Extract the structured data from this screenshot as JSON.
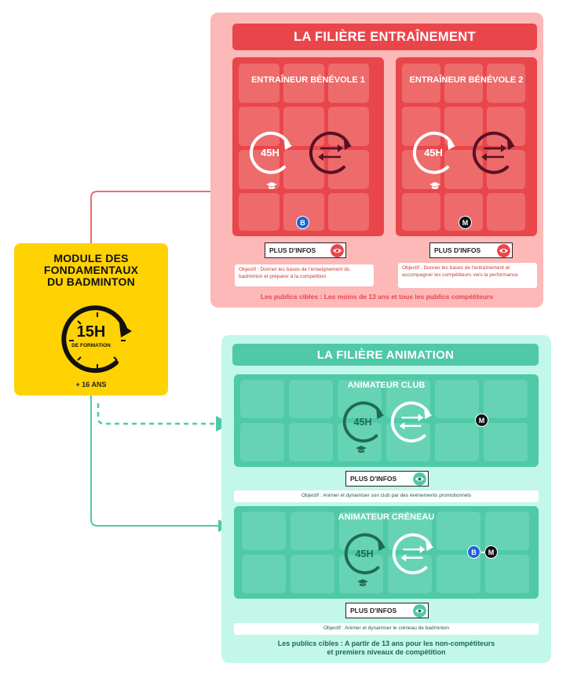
{
  "module": {
    "title_line1": "MODULE DES",
    "title_line2": "FONDAMENTAUX",
    "title_line3": "DU BADMINTON",
    "hours": "15H",
    "hours_label": "DE FORMATION",
    "age": "+ 16 ANS"
  },
  "entrainement": {
    "header": "LA FILIÈRE ENTRAÎNEMENT",
    "cards": [
      {
        "title": "ENTRAÎNEUR BÉNÉVOLE 1",
        "hours": "45H",
        "badge": "B",
        "more_info": "PLUS D'INFOS",
        "objective_label": "Objectif :",
        "objective_text": "Donner les bases de l'enseignement du badminton et préparer à la compétition"
      },
      {
        "title": "ENTRAÎNEUR BÉNÉVOLE 2",
        "hours": "45H",
        "badge": "M",
        "more_info": "PLUS D'INFOS",
        "objective_label": "Objectif :",
        "objective_text": "Donner les bases de l'entraînement et accompagner les compétiteurs vers la performance"
      }
    ],
    "public": "Les publics cibles : Les moins de 13 ans et tous les publics compétiteurs"
  },
  "animation": {
    "header": "LA FILIÈRE ANIMATION",
    "cards": [
      {
        "title": "ANIMATEUR CLUB",
        "hours": "45H",
        "badge": "M",
        "more_info": "PLUS D'INFOS",
        "objective_label": "Objectif :",
        "objective_text": "Animer et dynamiser son club par des événements promotionnels"
      },
      {
        "title": "ANIMATEUR CRÉNEAU",
        "hours": "45H",
        "badge_b": "B",
        "badge_m": "M",
        "more_info": "PLUS D'INFOS",
        "objective_label": "Objectif :",
        "objective_text": "Animer et dynamiser le créneau de badminton"
      }
    ],
    "public_line1": "Les publics cibles : A partir de 13 ans pour les non-compétiteurs",
    "public_line2": "et premiers niveaux de compétition"
  },
  "colors": {
    "yellow": "#ffd204",
    "red": "#e9464b",
    "red_light": "#fdb8b8",
    "green": "#4fc9a7",
    "green_light": "#c2f7ea",
    "badge_blue": "#1e63d6",
    "dark_maroon": "#5a1025",
    "dark_green": "#1f6b4f"
  },
  "icons": [
    "clock-arrow-icon",
    "exchange-arrows-icon",
    "graduation-cap-icon",
    "eye-icon",
    "arrow-right-icon"
  ]
}
